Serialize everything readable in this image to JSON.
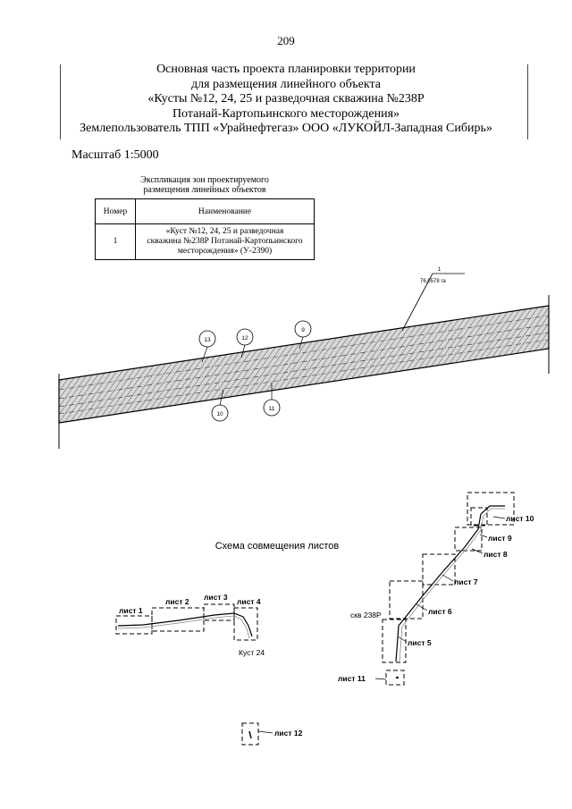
{
  "page_number": "209",
  "title_lines": [
    "Основная часть проекта планировки территории",
    "для размещения линейного объекта",
    "«Кусты №12, 24, 25  и разведочная скважина №238Р",
    "Потанай-Картопьинского месторождения»",
    "Землепользователь ТПП «Урайнефтегаз» ООО «ЛУКОЙЛ-Западная Сибирь»"
  ],
  "scale": "Масштаб 1:5000",
  "explication": {
    "caption_lines": [
      "Экспликация зон проектируемого",
      "размещения линейных объектов"
    ],
    "headers": [
      "Номер",
      "Наименование"
    ],
    "rows": [
      {
        "number": "1",
        "name_lines": [
          "«Куст №12, 24, 25  и разведочная",
          "скважина №238Р Потанай-Картопьинского",
          "месторождения» (У-2390)"
        ]
      }
    ]
  },
  "plan": {
    "zone_number": "1",
    "zone_area": "76,0578 га",
    "callouts": [
      "13",
      "12",
      "9",
      "10",
      "11"
    ]
  },
  "legend": {
    "title": "Схема совмещения листов",
    "sheets": {
      "s1": "лист 1",
      "s2": "лист 2",
      "s3": "лист 3",
      "s4": "лист 4",
      "s5": "лист 5",
      "s6": "лист 6",
      "s7": "лист 7",
      "s8": "лист 8",
      "s9": "лист 9",
      "s10": "лист 10",
      "s11": "лист 11",
      "s12": "лист 12"
    },
    "kust": "Куст 24",
    "well": "скв 238Р"
  }
}
